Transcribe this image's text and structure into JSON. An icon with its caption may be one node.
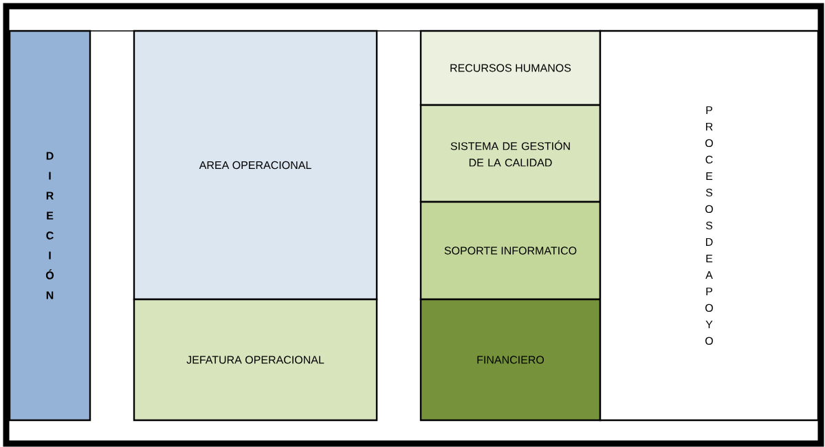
{
  "diagram": {
    "nodes": [
      {
        "text": [
          "D I R E C I Ó N"
        ]
      },
      {
        "text": [
          "AREA OPERACIONAL"
        ]
      },
      {
        "text": [
          "JEFATURA OPERACIONAL"
        ]
      },
      {
        "text": [
          "RECURSOS HUMANOS"
        ]
      },
      {
        "text": [
          "SISTEMA DE GESTIÓN DE LA CALIDAD"
        ]
      },
      {
        "text": [
          "SOPORTE INFORMATICO"
        ]
      },
      {
        "text": [
          "FINANCIERO"
        ]
      },
      {
        "text": [
          "P R O C E S O S D E A P O Y O"
        ]
      }
    ]
  }
}
